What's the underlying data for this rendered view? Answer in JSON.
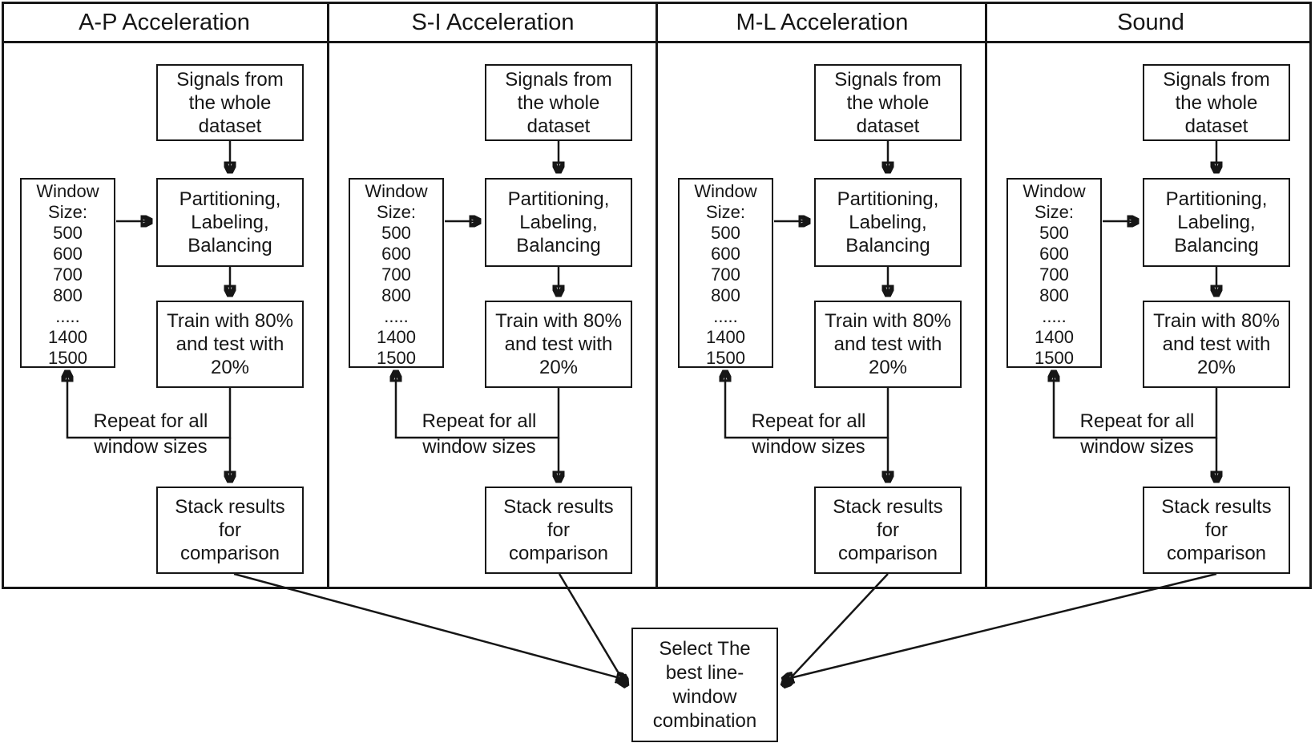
{
  "colors": {
    "line": "#161616",
    "background": "#ffffff"
  },
  "columns": [
    {
      "title": "A-P Acceleration",
      "signals": "Signals from\nthe whole\ndataset",
      "window": "Window\nSize:\n500\n600\n700\n800\n.....\n1400\n1500",
      "partitioning": "Partitioning,\nLabeling,\nBalancing",
      "train": "Train with 80%\nand test with\n20%",
      "repeat": "Repeat for all\nwindow sizes",
      "stack": "Stack results\nfor\ncomparison"
    },
    {
      "title": "S-I Acceleration",
      "signals": "Signals from\nthe whole\ndataset",
      "window": "Window\nSize:\n500\n600\n700\n800\n.....\n1400\n1500",
      "partitioning": "Partitioning,\nLabeling,\nBalancing",
      "train": "Train with 80%\nand test with\n20%",
      "repeat": "Repeat for all\nwindow sizes",
      "stack": "Stack results\nfor\ncomparison"
    },
    {
      "title": "M-L Acceleration",
      "signals": "Signals from\nthe whole\ndataset",
      "window": "Window\nSize:\n500\n600\n700\n800\n.....\n1400\n1500",
      "partitioning": "Partitioning,\nLabeling,\nBalancing",
      "train": "Train with 80%\nand test with\n20%",
      "repeat": "Repeat for all\nwindow sizes",
      "stack": "Stack results\nfor\ncomparison"
    },
    {
      "title": "Sound",
      "signals": "Signals from\nthe whole\ndataset",
      "window": "Window\nSize:\n500\n600\n700\n800\n.....\n1400\n1500",
      "partitioning": "Partitioning,\nLabeling,\nBalancing",
      "train": "Train with 80%\nand test with\n20%",
      "repeat": "Repeat for all\nwindow sizes",
      "stack": "Stack results\nfor\ncomparison"
    }
  ],
  "select": "Select The\nbest line-\nwindow\ncombination"
}
